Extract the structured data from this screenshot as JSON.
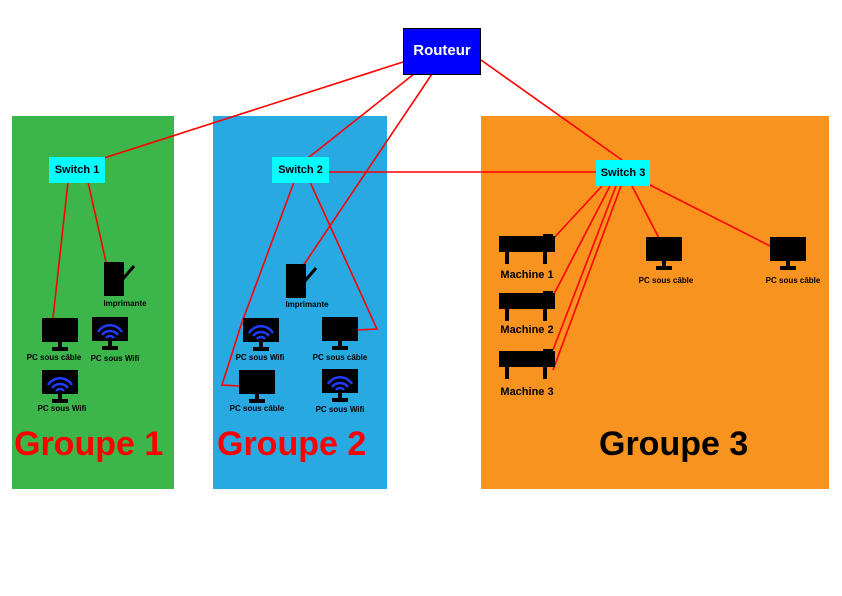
{
  "router": {
    "label": "Routeur",
    "color": "#0000ff"
  },
  "switches": [
    {
      "label": "Switch 1"
    },
    {
      "label": "Switch 2"
    },
    {
      "label": "Switch 3"
    }
  ],
  "groups": [
    {
      "title": "Groupe 1",
      "color": "#3cb54a",
      "title_color": "#ff0000"
    },
    {
      "title": "Groupe 2",
      "color": "#29a9e1",
      "title_color": "#ff0000"
    },
    {
      "title": "Groupe 3",
      "color": "#f7931e",
      "title_color": "#000000"
    }
  ],
  "devices": {
    "g1_printer": "Imprimante",
    "g1_pc_cable": "PC sous câble",
    "g1_pc_wifi_1": "PC sous Wifi",
    "g1_pc_wifi_2": "PC sous Wifi",
    "g2_printer": "Imprimante",
    "g2_pc_wifi_1": "PC sous Wifi",
    "g2_pc_cable_1": "PC sous câble",
    "g2_pc_cable_2": "PC sous câble",
    "g2_pc_wifi_2": "PC sous Wifi",
    "g3_machine_1": "Machine 1",
    "g3_machine_2": "Machine 2",
    "g3_machine_3": "Machine 3",
    "g3_pc_cable_1": "PC sous câble",
    "g3_pc_cable_2": "PC sous câble"
  },
  "link_color": "#ff0000"
}
